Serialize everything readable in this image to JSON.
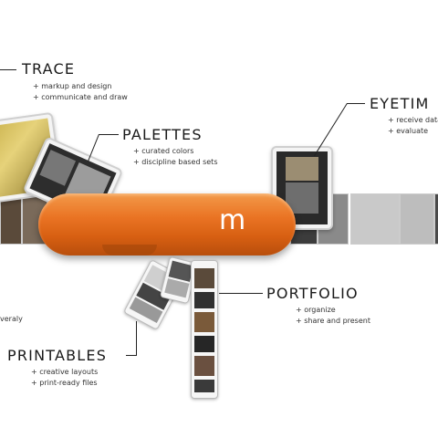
{
  "sections": {
    "trace": {
      "title": "TRACE",
      "bullets": [
        "markup and design",
        "communicate and draw"
      ]
    },
    "palettes": {
      "title": "PALETTES",
      "bullets": [
        "curated colors",
        "discipline based sets"
      ]
    },
    "eyetime": {
      "title": "EYETIM",
      "bullets": [
        "receive data",
        "evaluate"
      ]
    },
    "portfolio": {
      "title": "PORTFOLIO",
      "bullets": [
        "organize",
        "share and present"
      ]
    },
    "printables": {
      "title": "PRINTABLES",
      "bullets": [
        "creative layouts",
        "print-ready files"
      ]
    },
    "left_fragment": "veraly"
  },
  "logo": "m",
  "colors": {
    "handle": "#ea7424",
    "text": "#1a1a1a"
  }
}
